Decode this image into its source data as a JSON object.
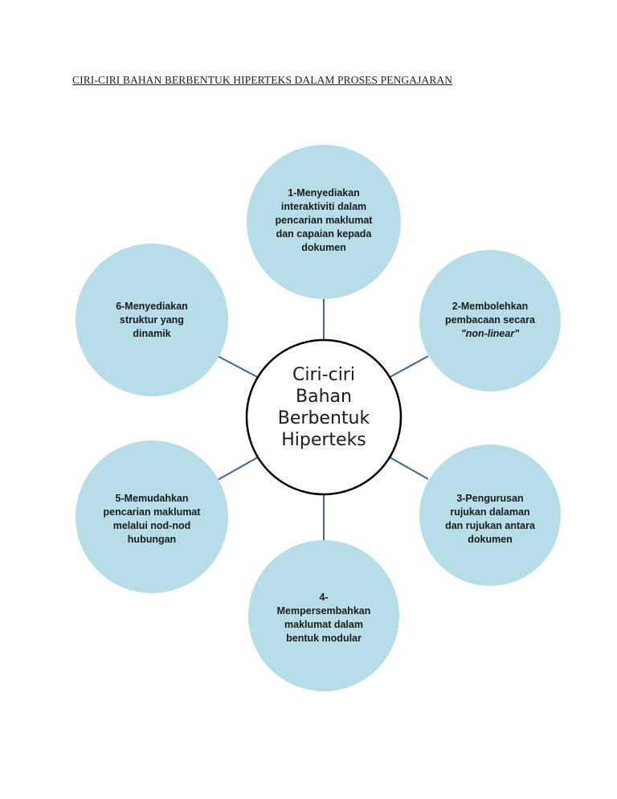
{
  "document": {
    "title": "CIRI-CIRI BAHAN BERBENTUK HIPERTEKS DALAM PROSES PENGAJARAN"
  },
  "diagram": {
    "center": {
      "lines": [
        "Ciri-ciri",
        "Bahan",
        "Berbentuk",
        "Hiperteks"
      ]
    },
    "nodes": [
      {
        "id": "node-1",
        "lines": [
          "1-Menyediakan",
          "interaktiviti dalam",
          "pencarian maklumat",
          "dan capaian kepada",
          "dokumen"
        ]
      },
      {
        "id": "node-2",
        "lines": [
          "2-Membolehkan",
          "pembacaan secara"
        ],
        "emphasis": "\"non-linear\""
      },
      {
        "id": "node-3",
        "lines": [
          "3-Pengurusan",
          "rujukan dalaman",
          "dan rujukan antara",
          "dokumen"
        ]
      },
      {
        "id": "node-4",
        "lines": [
          "4-",
          "Mempersembahkan",
          "maklumat dalam",
          "bentuk modular"
        ]
      },
      {
        "id": "node-5",
        "lines": [
          "5-Memudahkan",
          "pencarian maklumat",
          "melalui nod-nod",
          "hubungan"
        ]
      },
      {
        "id": "node-6",
        "lines": [
          "6-Menyediakan",
          "struktur yang",
          "dinamik"
        ]
      }
    ],
    "colors": {
      "node_fill": "#b7dde8",
      "connector": "#3f6690",
      "center_stroke": "#000000"
    }
  }
}
